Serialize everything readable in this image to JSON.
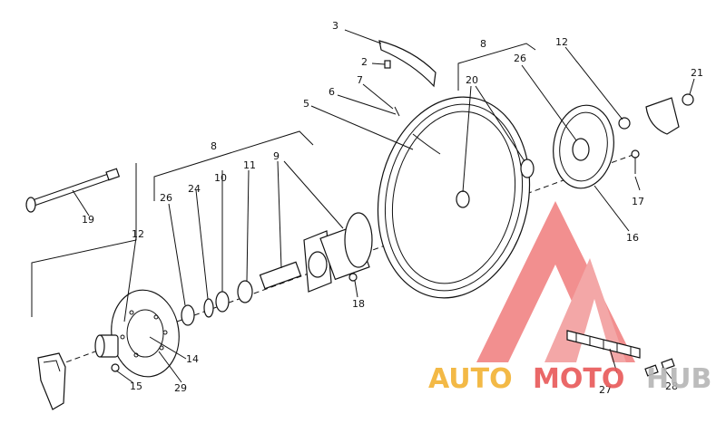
{
  "labels": {
    "l2": "2",
    "l3": "3",
    "l5": "5",
    "l6": "6",
    "l7": "7",
    "l8a": "8",
    "l8b": "8",
    "l9": "9",
    "l10": "10",
    "l11": "11",
    "l12a": "12",
    "l12b": "12",
    "l14": "14",
    "l15": "15",
    "l16": "16",
    "l17": "17",
    "l18": "18",
    "l19": "19",
    "l20": "20",
    "l21": "21",
    "l24": "24",
    "l26a": "26",
    "l26b": "26",
    "l27": "27",
    "l28": "28",
    "l29": "29"
  },
  "watermark": {
    "part1": "AUTO",
    "part2": "MOTO",
    "part3": "HUB",
    "color_orange": "#f2b233",
    "color_red": "#e85858",
    "color_gray": "#b5b5b5"
  }
}
